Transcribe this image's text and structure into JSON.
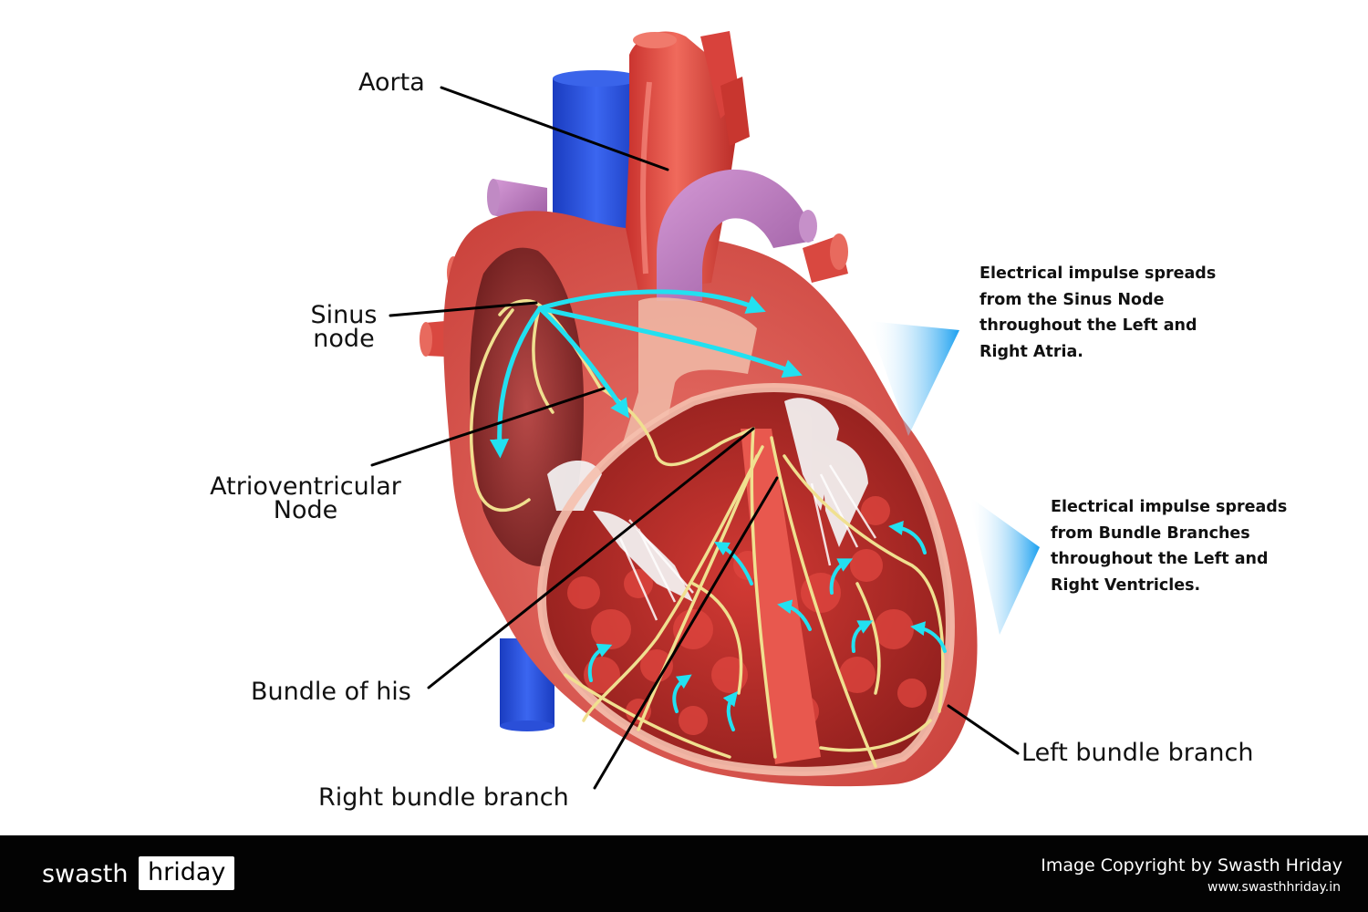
{
  "labels": {
    "aorta": "Aorta",
    "sinus_line1": "Sinus",
    "sinus_line2": "node",
    "av_line1": "Atrioventricular",
    "av_line2": "Node",
    "bundle_of_his": "Bundle of his",
    "right_bundle_branch": "Right bundle branch",
    "left_bundle_branch": "Left bundle branch"
  },
  "notes": {
    "atria": [
      "Electrical impulse spreads",
      "from the Sinus Node",
      "throughout the Left and",
      "Right Atria."
    ],
    "ventricles": [
      "Electrical impulse spreads",
      "from Bundle Branches",
      "throughout the Left and",
      "Right Ventricles."
    ]
  },
  "footer": {
    "brand_part1": "swasth",
    "brand_part2": "hriday",
    "copyright": "Image Copyright by Swasth Hriday",
    "website": "www.swasthhriday.in"
  },
  "colors": {
    "impulse_arrow": "#22e0f0",
    "conduction_fibers": "#f0e090",
    "heart_muscle": "#e0524a",
    "vein": "#2450d8",
    "pulmonary": "#b070b0",
    "footer_bg": "#030303"
  }
}
